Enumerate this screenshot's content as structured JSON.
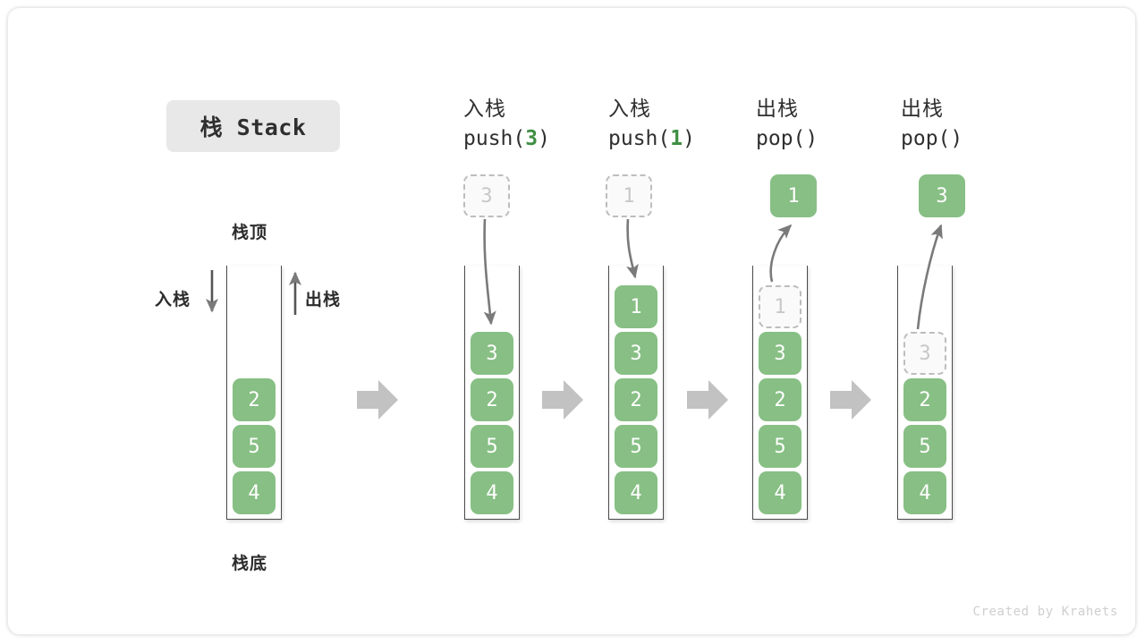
{
  "title_chip": {
    "label": "栈 Stack"
  },
  "left_stack": {
    "top_label": "栈顶",
    "bottom_label": "栈底",
    "push_label": "入栈",
    "pop_label": "出栈",
    "cells": [
      "2",
      "5",
      "4"
    ]
  },
  "flow_arrow_icon": "right-block-arrow",
  "columns": [
    {
      "id": "push-3",
      "op_cn": "入栈",
      "op_code_prefix": "push(",
      "op_code_arg": "3",
      "op_code_suffix": ")",
      "float_box": {
        "value": "3",
        "style": "ghost"
      },
      "arrow": "down-curve",
      "cells": [
        {
          "value": "3",
          "style": "solid"
        },
        {
          "value": "2",
          "style": "solid"
        },
        {
          "value": "5",
          "style": "solid"
        },
        {
          "value": "4",
          "style": "solid"
        }
      ]
    },
    {
      "id": "push-1",
      "op_cn": "入栈",
      "op_code_prefix": "push(",
      "op_code_arg": "1",
      "op_code_suffix": ")",
      "float_box": {
        "value": "1",
        "style": "ghost"
      },
      "arrow": "down-curve",
      "cells": [
        {
          "value": "1",
          "style": "solid"
        },
        {
          "value": "3",
          "style": "solid"
        },
        {
          "value": "2",
          "style": "solid"
        },
        {
          "value": "5",
          "style": "solid"
        },
        {
          "value": "4",
          "style": "solid"
        }
      ]
    },
    {
      "id": "pop-1",
      "op_cn": "出栈",
      "op_code_prefix": "pop(",
      "op_code_arg": "",
      "op_code_suffix": ")",
      "float_box": {
        "value": "1",
        "style": "solid"
      },
      "arrow": "up-curve",
      "cells": [
        {
          "value": "1",
          "style": "ghost"
        },
        {
          "value": "3",
          "style": "solid"
        },
        {
          "value": "2",
          "style": "solid"
        },
        {
          "value": "5",
          "style": "solid"
        },
        {
          "value": "4",
          "style": "solid"
        }
      ]
    },
    {
      "id": "pop-3",
      "op_cn": "出栈",
      "op_code_prefix": "pop(",
      "op_code_arg": "",
      "op_code_suffix": ")",
      "float_box": {
        "value": "3",
        "style": "solid"
      },
      "arrow": "up-curve-long",
      "cells": [
        {
          "value": "3",
          "style": "ghost"
        },
        {
          "value": "2",
          "style": "solid"
        },
        {
          "value": "5",
          "style": "solid"
        },
        {
          "value": "4",
          "style": "solid"
        }
      ]
    }
  ],
  "watermark": "Created by Krahets",
  "colors": {
    "green_fill": "#87bf84",
    "green_text": "#3f8f43",
    "ghost_fill": "#fafafa",
    "ghost_border": "#bdbdbd",
    "ghost_text": "#c8c8c8",
    "arrow_gray": "#7a7a7a",
    "flow_arrow_gray": "#c2c2c2",
    "wall": "#4a4a4a",
    "chip_bg": "#e8e8e8"
  }
}
